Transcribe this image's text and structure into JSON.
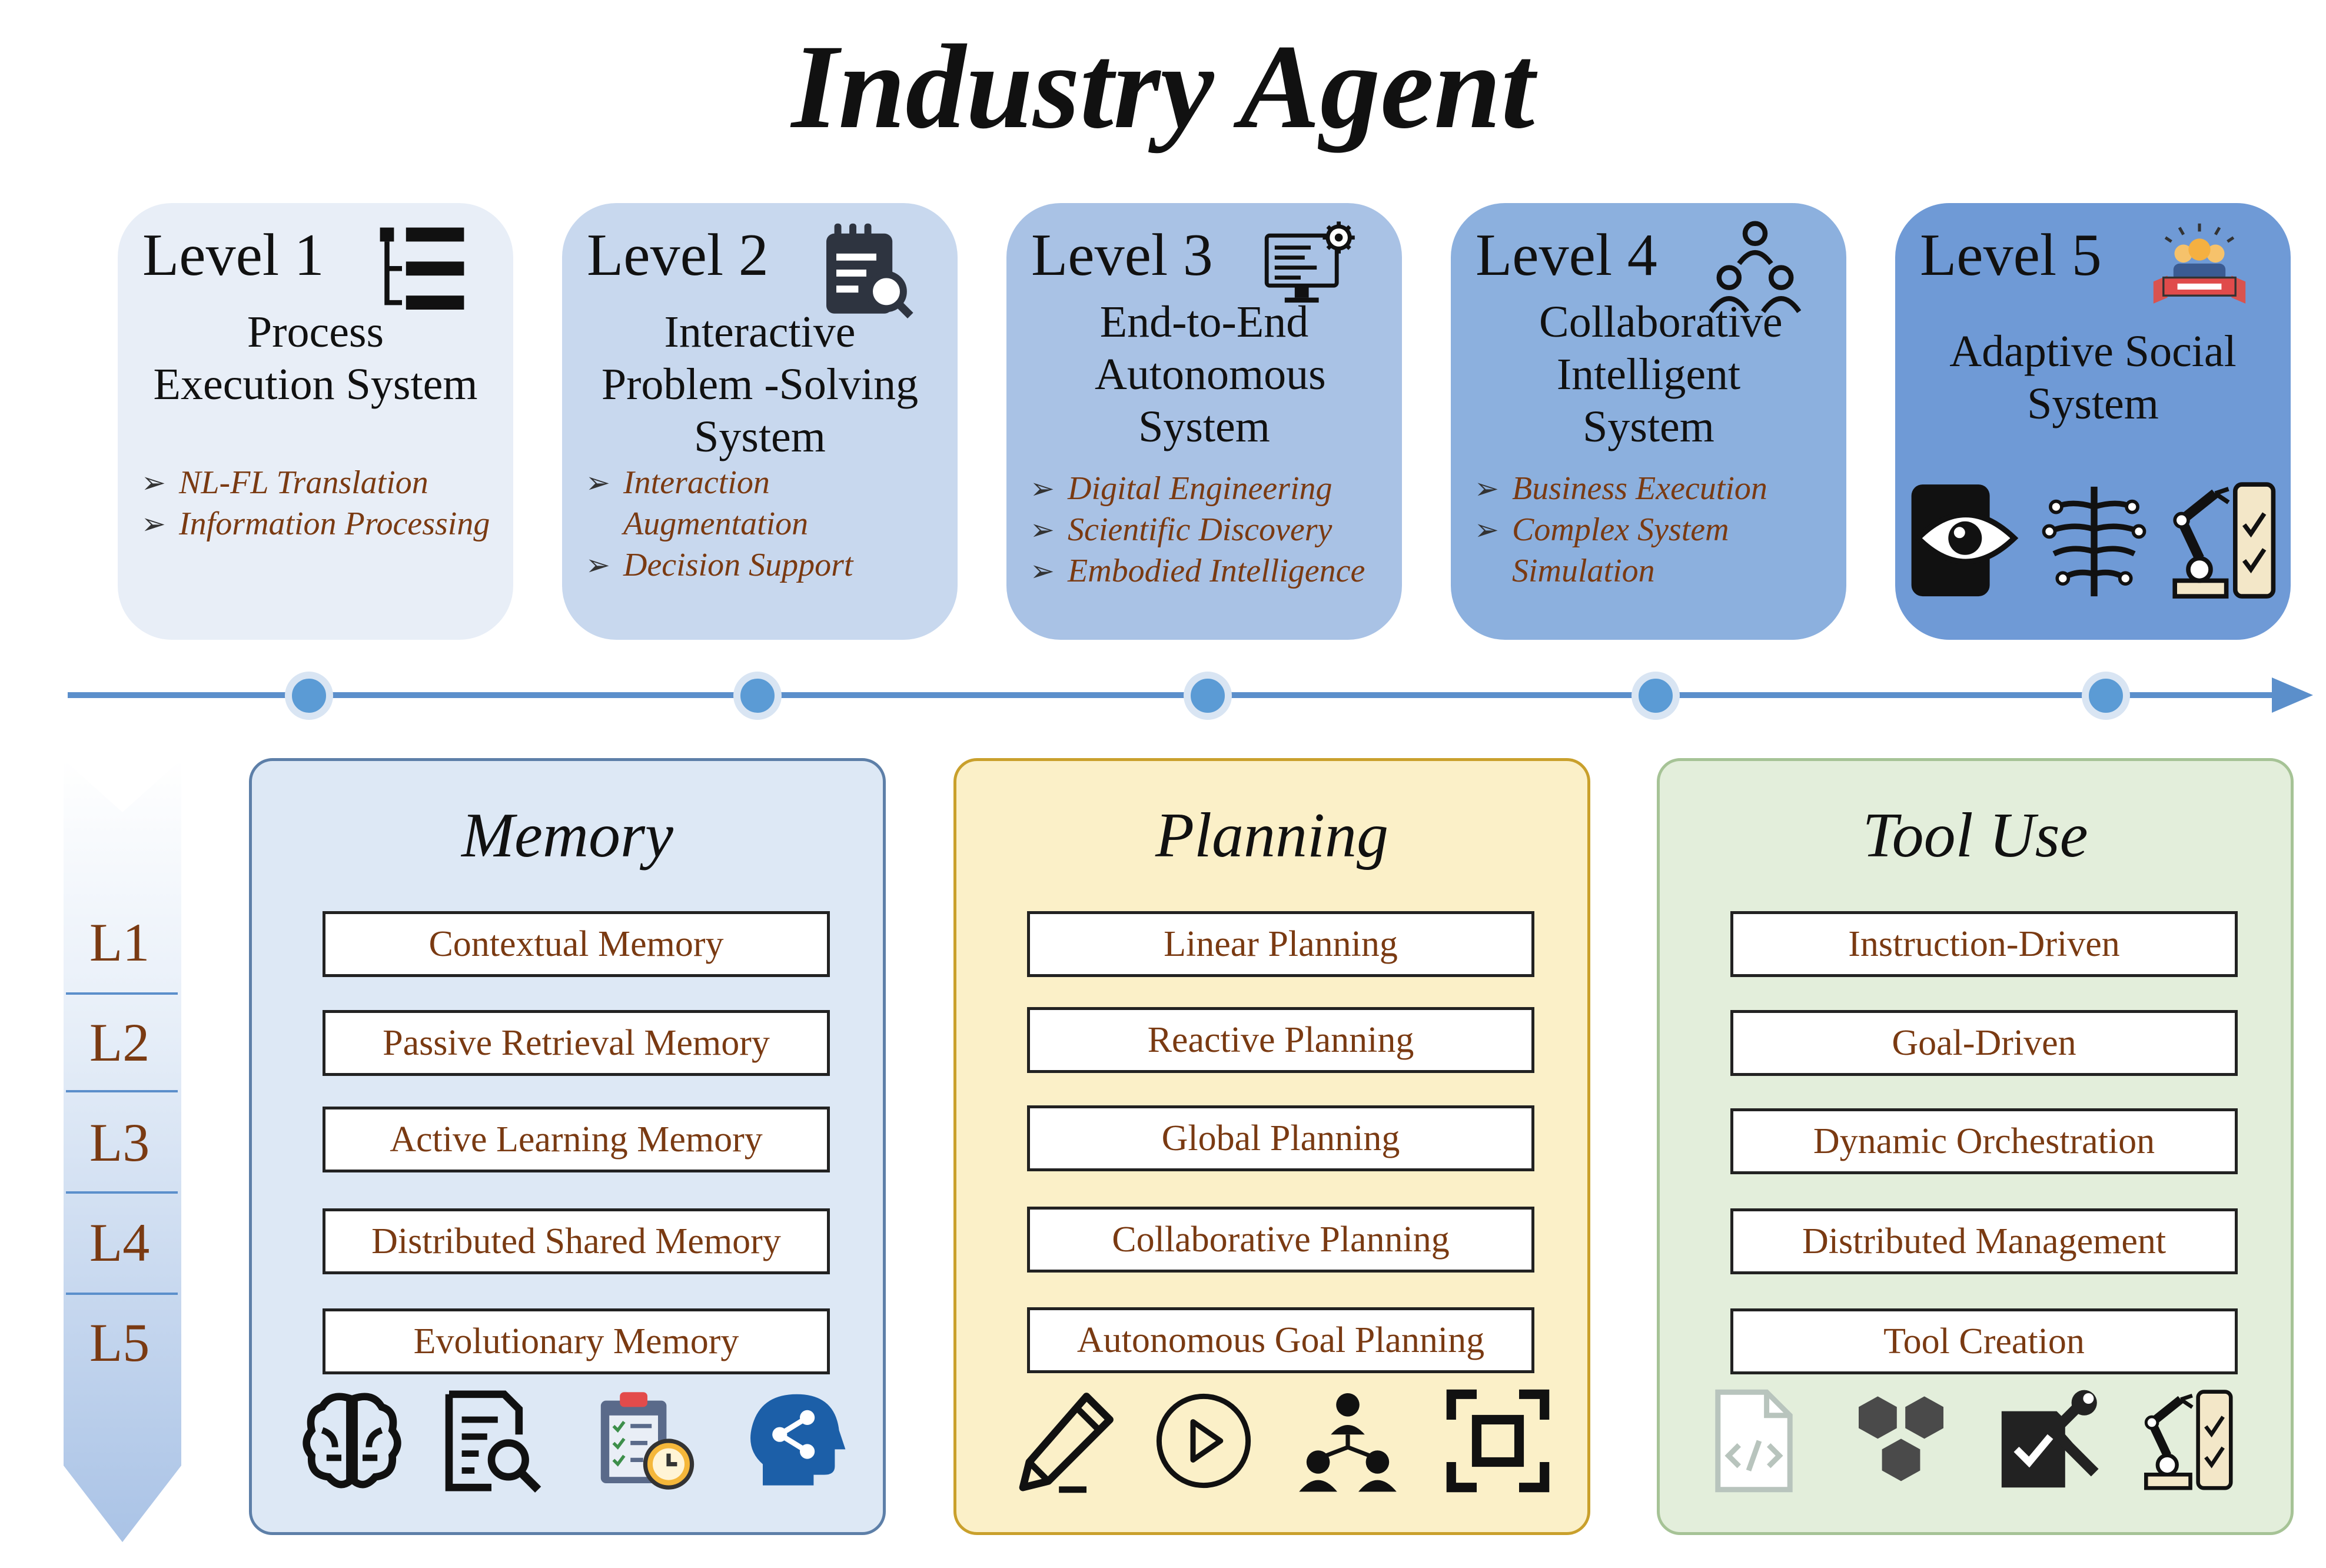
{
  "title": "Industry Agent",
  "levels": [
    {
      "label": "Level 1",
      "name": "Process Execution System",
      "bullets": [
        "NL-FL Translation",
        "Information Processing"
      ],
      "color": "#e8eef7",
      "icon": "process-list-icon"
    },
    {
      "label": "Level 2",
      "name": "Interactive Problem -Solving System",
      "bullets": [
        "Interaction Augmentation",
        "Decision Support"
      ],
      "color": "#c8d8ee",
      "icon": "document-search-icon"
    },
    {
      "label": "Level 3",
      "name": "End-to-End Autonomous System",
      "bullets": [
        "Digital Engineering",
        "Scientific Discovery",
        "Embodied Intelligence"
      ],
      "color": "#a9c2e5",
      "icon": "computer-gear-icon"
    },
    {
      "label": "Level 4",
      "name": "Collaborative Intelligent System",
      "bullets": [
        "Business Execution",
        "Complex System Simulation"
      ],
      "color": "#8cb0de",
      "icon": "team-hierarchy-icon"
    },
    {
      "label": "Level 5",
      "name": "Adaptive Social System",
      "bullets": [],
      "color": "#6f9ad6",
      "icon": "social-group-banner-icon",
      "extra_icons": [
        "eye-device-icon",
        "neural-tree-icon",
        "robot-arm-icon"
      ]
    }
  ],
  "strip_levels": [
    "L1",
    "L2",
    "L3",
    "L4",
    "L5"
  ],
  "panels": [
    {
      "title": "Memory",
      "items": [
        "Contextual Memory",
        "Passive Retrieval Memory",
        "Active Learning Memory",
        "Distributed Shared Memory",
        "Evolutionary Memory"
      ],
      "fill": "#dde8f5",
      "border": "#5d7fa8",
      "icons": [
        "brain-icon",
        "document-search-icon",
        "clipboard-clock-icon",
        "head-network-icon"
      ]
    },
    {
      "title": "Planning",
      "items": [
        "Linear Planning",
        "Reactive Planning",
        "Global Planning",
        "Collaborative Planning",
        "Autonomous Goal Planning"
      ],
      "fill": "#fbf0c8",
      "border": "#c9a02c",
      "icons": [
        "pencil-icon",
        "play-circle-icon",
        "people-network-icon",
        "focus-frame-icon"
      ]
    },
    {
      "title": "Tool Use",
      "items": [
        "Instruction-Driven",
        "Goal-Driven",
        "Dynamic Orchestration",
        "Distributed Management",
        "Tool Creation"
      ],
      "fill": "#e3eedb",
      "border": "#a6c396",
      "icons": [
        "code-file-icon",
        "hexagon-cluster-icon",
        "tool-check-icon",
        "robot-arm-icon"
      ]
    }
  ]
}
